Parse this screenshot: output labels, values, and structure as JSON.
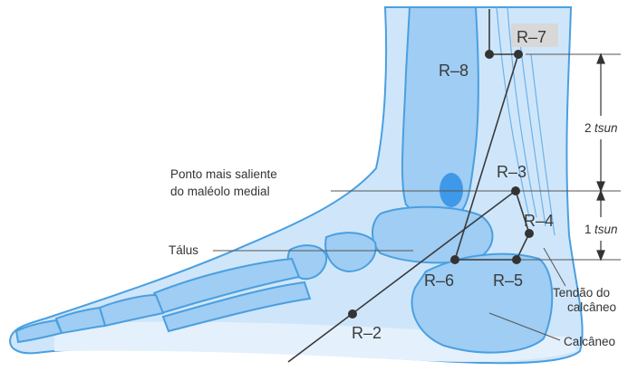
{
  "points": {
    "r7": "R–7",
    "r8": "R–8",
    "r3": "R–3",
    "r4": "R–4",
    "r6": "R–6",
    "r5": "R–5",
    "r2": "R–2"
  },
  "labels": {
    "malleolus_line1": "Ponto mais saliente",
    "malleolus_line2": "do maléolo medial",
    "talus": "Tálus",
    "tendon_line1": "Tendão do",
    "tendon_line2": "calcâneo",
    "calcaneus": "Calcâneo"
  },
  "measures": {
    "upper_number": "2",
    "lower_number": "1",
    "unit": "tsun"
  },
  "colors": {
    "skin": "#cfe6fa",
    "bone": "#9fcdf3",
    "outline": "#4a9fe0",
    "ink": "#3a3a3a",
    "malleolus_spot": "#2e8fe6"
  }
}
